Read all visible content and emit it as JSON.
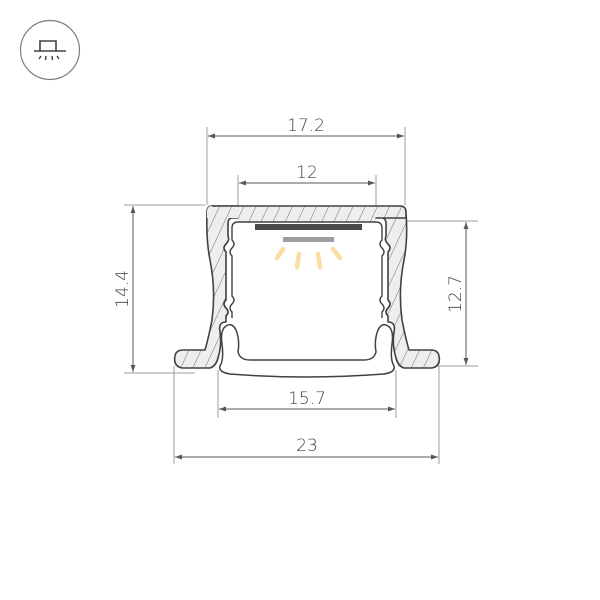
{
  "icon": {
    "name": "recessed-mount-icon",
    "description": "ceiling / recessed mounting with downward light"
  },
  "dimensions": {
    "outer_top_width": "17.2",
    "inner_opening_width": "12",
    "total_height": "14.4",
    "inner_height": "12.7",
    "diffuser_width": "15.7",
    "flange_width": "23"
  },
  "colors": {
    "outline": "#3d4246",
    "hatch_fill": "#eeeeee",
    "hatch_line": "#6b6f73",
    "dimension_line": "#55595d",
    "extension_line": "#9a9ea2",
    "led_strip": "#4a4a4a",
    "led_chip": "#9e9e9e",
    "light_rays": "#fbdda0"
  }
}
